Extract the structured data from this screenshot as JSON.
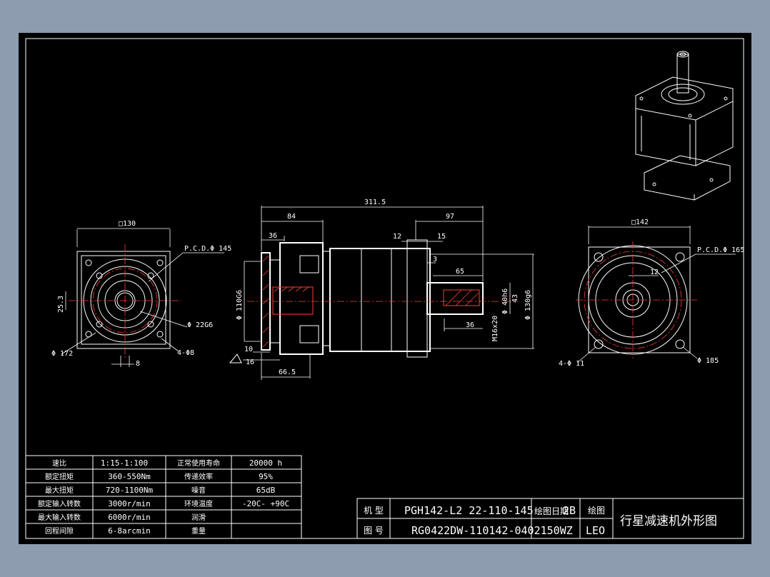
{
  "drawing": {
    "front_view": {
      "square": "□130",
      "pcd": "P.C.D.Φ 145",
      "dia_pilot": "Φ 22G6",
      "dia_outer": "Φ 172",
      "holes": "4-Φ8",
      "key_height": "25.3",
      "key_width": "8"
    },
    "side_view": {
      "overall": "311.5",
      "len_84": "84",
      "len_36_top": "36",
      "len_97": "97",
      "len_12": "12",
      "len_15": "15",
      "len_3": "3",
      "len_65": "65",
      "len_36_bottom": "36",
      "len_10": "10",
      "len_16": "16",
      "len_66_5": "66.5",
      "dia_110": "Φ 110G6",
      "dia_40": "Φ 40h6",
      "dim_43": "43",
      "thread": "M16x20",
      "dia_130": "Φ 130g6"
    },
    "rear_view": {
      "square": "□142",
      "pcd": "P.C.D.Φ 165",
      "key": "12",
      "holes": "4-Φ 11",
      "dia_outer": "Φ 185"
    }
  },
  "spec_table": {
    "rows": [
      {
        "k1": "速比",
        "v1": "1:15-1:100",
        "k2": "正常使用寿命",
        "v2": "20000  h"
      },
      {
        "k1": "额定扭矩",
        "v1": "360-550Nm",
        "k2": "传递效率",
        "v2": "95%"
      },
      {
        "k1": "最大扭矩",
        "v1": "720-1100Nm",
        "k2": "噪音",
        "v2": "65dB"
      },
      {
        "k1": "额定输入转数",
        "v1": "3000r/min",
        "k2": "环境温度",
        "v2": "-20C- +90C"
      },
      {
        "k1": "最大输入转数",
        "v1": "6000r/min",
        "k2": "润滑",
        "v2": ""
      },
      {
        "k1": "回程间隙",
        "v1": "6-8arcmin",
        "k2": "重量",
        "v2": ""
      }
    ]
  },
  "title_block": {
    "model_label": "机 型",
    "model_value": "PGH142-L2 22-110-145",
    "overlap_label": "绘图日期",
    "overlap_value": "2B",
    "drawn_label": "绘图",
    "drawing_no_label": "图 号",
    "drawing_no_value": "RG0422DW-110142-0402150WZ",
    "author": "LEO",
    "title": "行星减速机外形图"
  }
}
